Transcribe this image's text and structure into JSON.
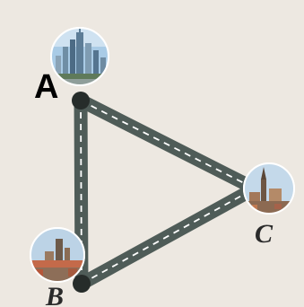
{
  "diagram": {
    "nodes": [
      {
        "id": "A",
        "label": "A",
        "scene": "skyline-tall"
      },
      {
        "id": "B",
        "label": "B",
        "scene": "skyline-low"
      },
      {
        "id": "C",
        "label": "C",
        "scene": "old-town-church"
      }
    ],
    "edges": [
      {
        "from": "A",
        "to": "B",
        "style": "road"
      },
      {
        "from": "A",
        "to": "C",
        "style": "road"
      },
      {
        "from": "B",
        "to": "C",
        "style": "road"
      }
    ],
    "colors": {
      "background": "#ede8e1",
      "road": "#4f5c58",
      "road_dash": "#ffffff",
      "junction": "#262c2a"
    }
  }
}
